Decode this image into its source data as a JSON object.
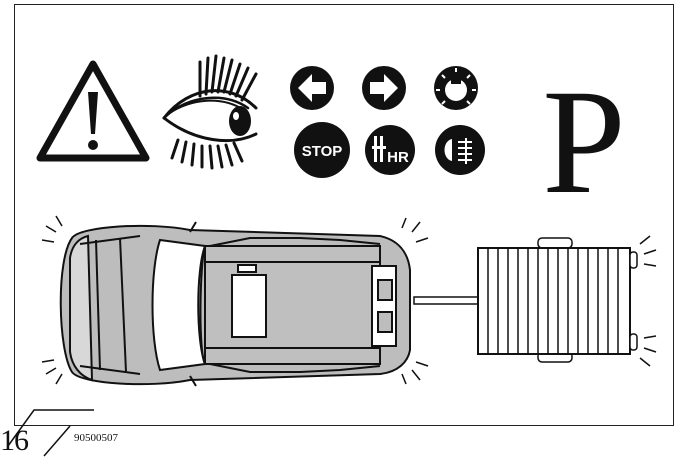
{
  "figure": {
    "page_number": "16",
    "code": "90500507",
    "symbols": {
      "stop_label": "STOP",
      "hr_label": "HR",
      "parking_label": "P"
    },
    "icons": [
      "warning-triangle-icon",
      "eye-icon",
      "left-turn-signal-icon",
      "right-turn-signal-icon",
      "hazard-lights-icon",
      "stop-icon",
      "heated-rear-window-icon",
      "fog-light-icon",
      "parking-icon",
      "car-top-view",
      "trailer-top-view"
    ]
  }
}
